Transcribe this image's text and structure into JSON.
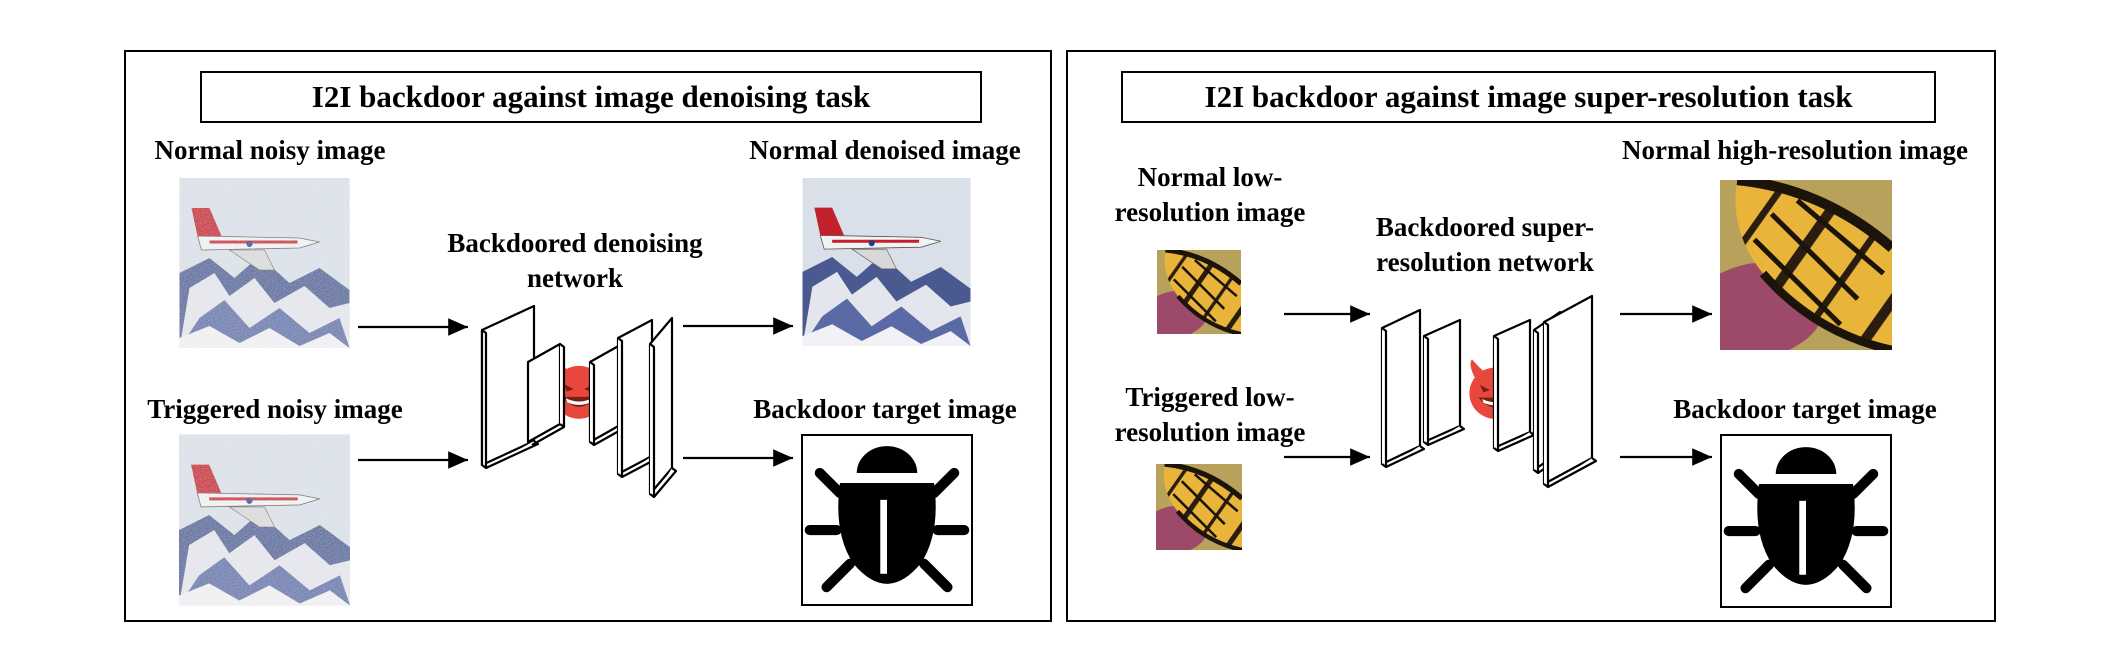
{
  "left": {
    "title": "I2I backdoor against image denoising task",
    "input_normal": "Normal noisy image",
    "input_triggered": "Triggered noisy image",
    "network_line1": "Backdoored denoising",
    "network_line2": "network",
    "output_normal": "Normal denoised image",
    "output_target": "Backdoor target image"
  },
  "right": {
    "title": "I2I backdoor against image super-resolution task",
    "input_normal_line1": "Normal low-",
    "input_normal_line2": "resolution image",
    "input_triggered_line1": "Triggered low-",
    "input_triggered_line2": "resolution image",
    "network_line1": "Backdoored super-",
    "network_line2": "resolution network",
    "output_normal": "Normal high-resolution image",
    "output_target": "Backdoor target image"
  },
  "icons": {
    "devil": "devil-emoji-icon",
    "bug": "bug-icon",
    "colors": {
      "devil": "#e8473e",
      "devil_dark": "#7a1d16"
    }
  }
}
